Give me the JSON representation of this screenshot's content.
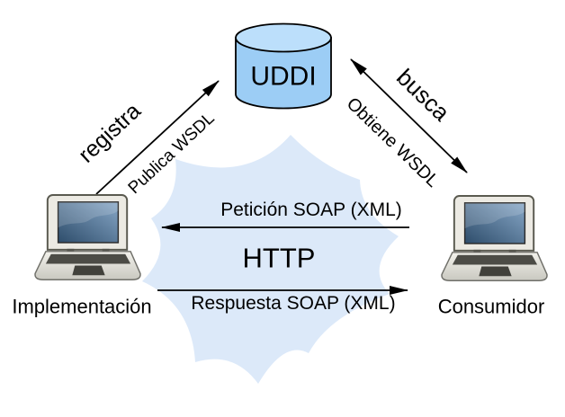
{
  "diagram": {
    "registry": {
      "label": "UDDI"
    },
    "left_node": {
      "label": "Implementación"
    },
    "right_node": {
      "label": "Consumidor"
    },
    "edges": {
      "register": {
        "label": "registra",
        "sublabel": "Publica WSDL"
      },
      "search": {
        "label": "busca",
        "sublabel": "Obtiene WSDL"
      },
      "request": {
        "label": "Petición SOAP (XML)"
      },
      "transport": {
        "label": "HTTP"
      },
      "response": {
        "label": "Respuesta SOAP (XML)"
      }
    }
  },
  "colors": {
    "cylinder_body": "#9ccdf5",
    "cylinder_top": "#bcdffb",
    "cloud": "#dce9f9",
    "arrow": "#000000",
    "text": "#000000"
  }
}
